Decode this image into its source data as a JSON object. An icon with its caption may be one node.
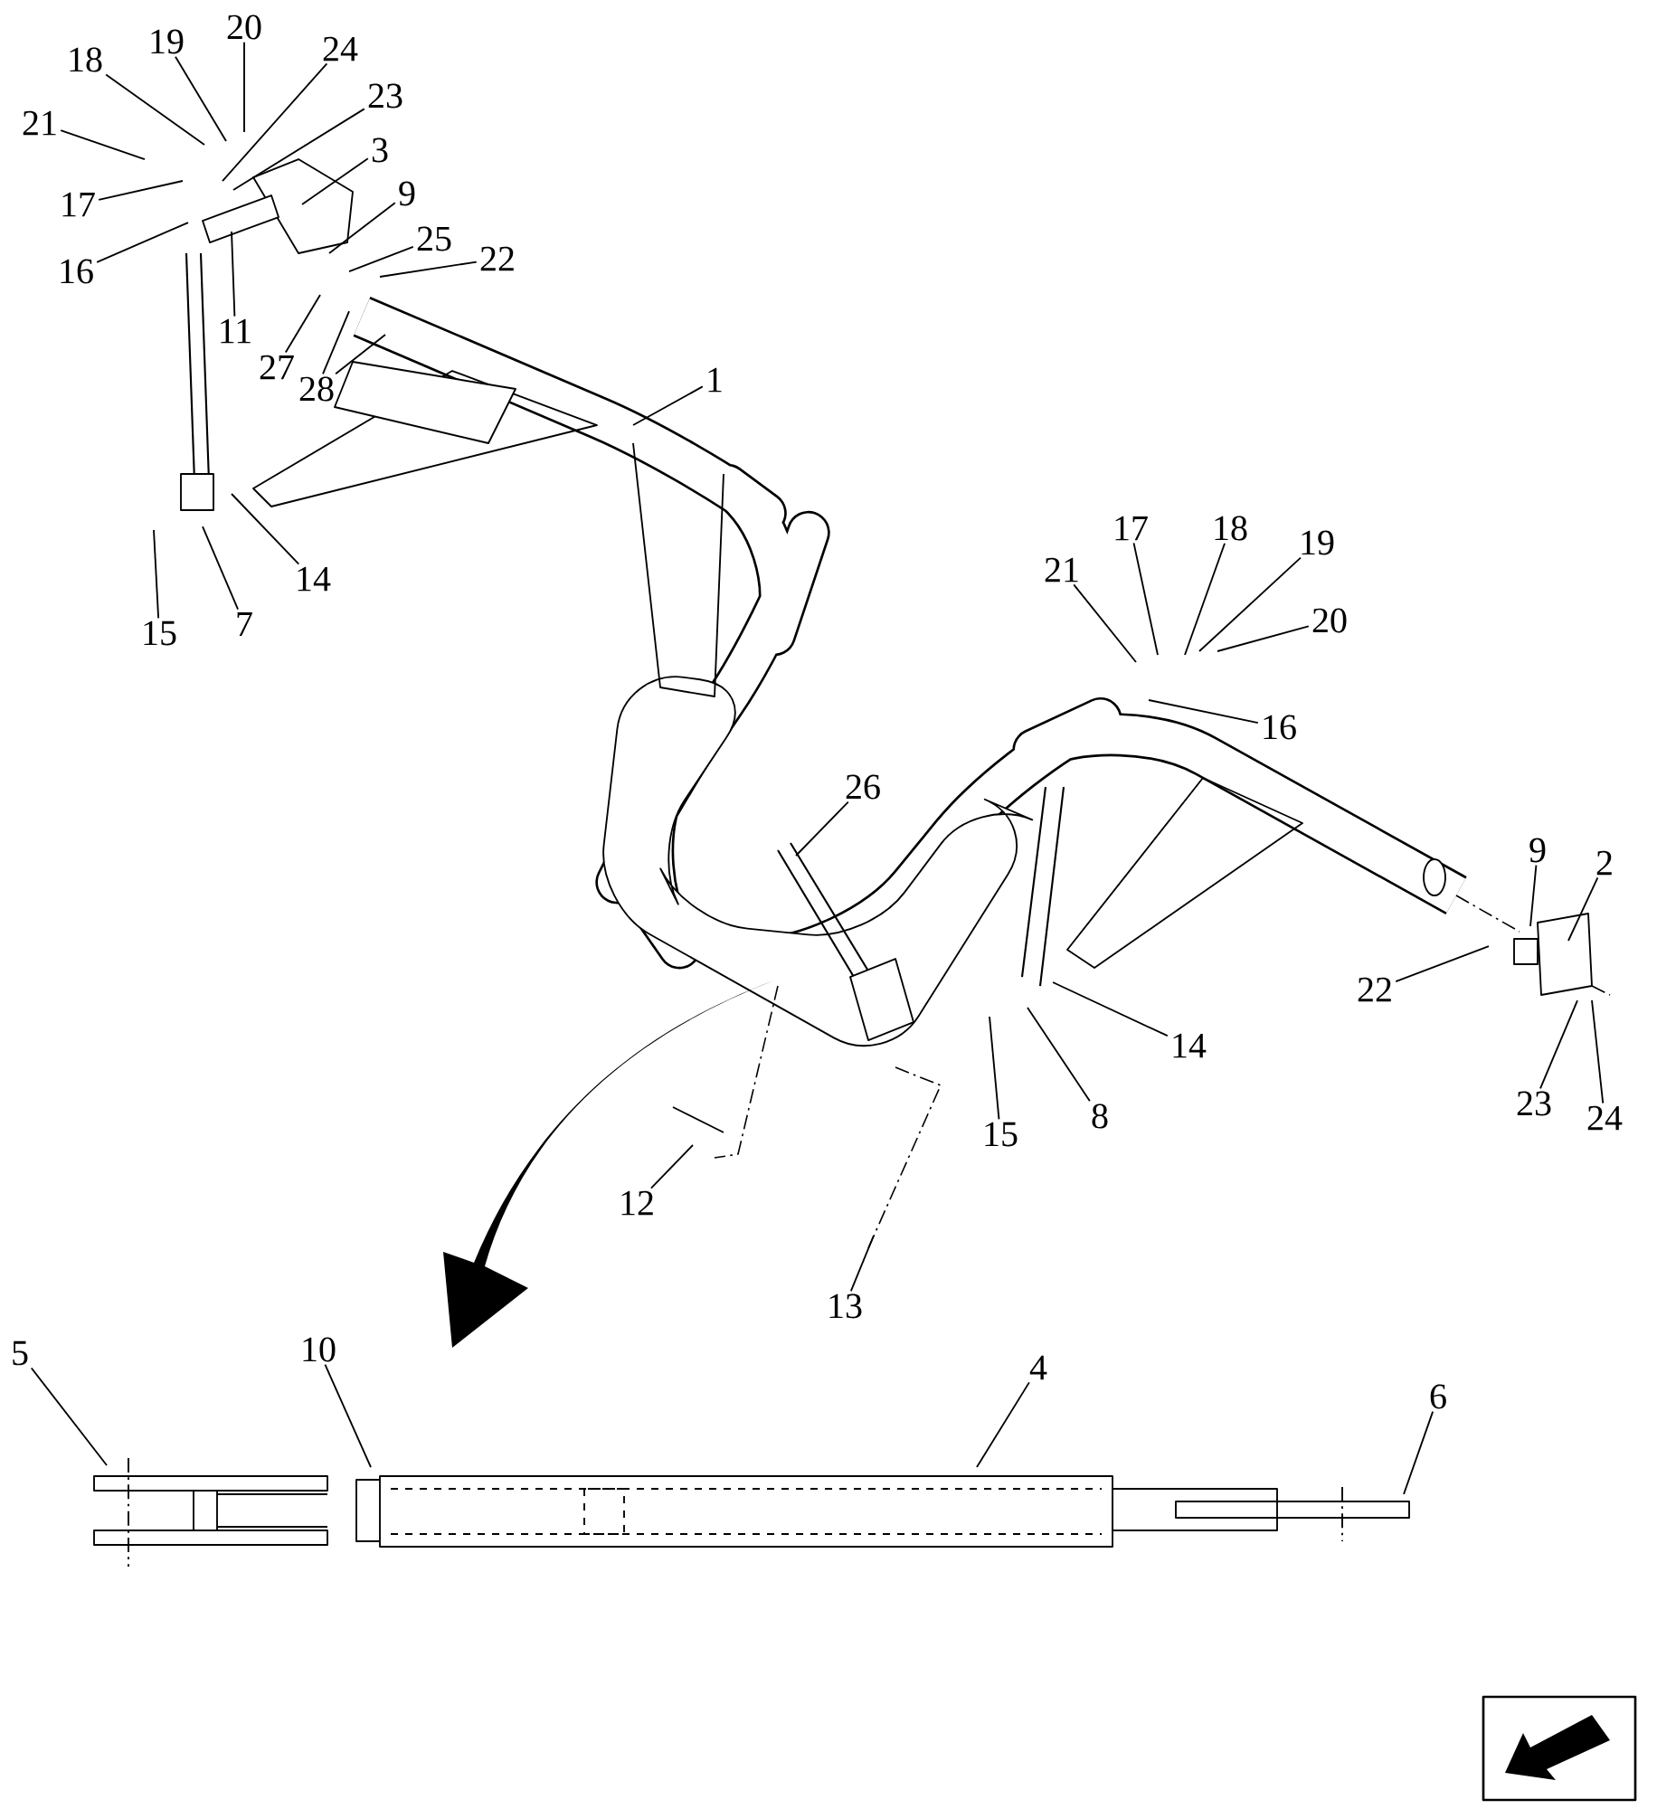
{
  "diagram": {
    "nodes": [
      {
        "text": [
          "20"
        ]
      },
      {
        "text": [
          "24"
        ]
      },
      {
        "text": [
          "19"
        ]
      },
      {
        "text": [
          "18"
        ]
      },
      {
        "text": [
          "23"
        ]
      },
      {
        "text": [
          "21"
        ]
      },
      {
        "text": [
          "3"
        ]
      },
      {
        "text": [
          "9"
        ]
      },
      {
        "text": [
          "17"
        ]
      },
      {
        "text": [
          "25"
        ]
      },
      {
        "text": [
          "22"
        ]
      },
      {
        "text": [
          "16"
        ]
      },
      {
        "text": [
          "11"
        ]
      },
      {
        "text": [
          "27"
        ]
      },
      {
        "text": [
          "28"
        ]
      },
      {
        "text": [
          "1"
        ]
      },
      {
        "text": [
          "17"
        ]
      },
      {
        "text": [
          "18"
        ]
      },
      {
        "text": [
          "19"
        ]
      },
      {
        "text": [
          "14"
        ]
      },
      {
        "text": [
          "21"
        ]
      },
      {
        "text": [
          "20"
        ]
      },
      {
        "text": [
          "15"
        ]
      },
      {
        "text": [
          "7"
        ]
      },
      {
        "text": [
          "16"
        ]
      },
      {
        "text": [
          "26"
        ]
      },
      {
        "text": [
          "2"
        ]
      },
      {
        "text": [
          "9"
        ]
      },
      {
        "text": [
          "22"
        ]
      },
      {
        "text": [
          "14"
        ]
      },
      {
        "text": [
          "12"
        ]
      },
      {
        "text": [
          "23"
        ]
      },
      {
        "text": [
          "24"
        ]
      },
      {
        "text": [
          "8"
        ]
      },
      {
        "text": [
          "15"
        ]
      },
      {
        "text": [
          "13"
        ]
      },
      {
        "text": [
          "5"
        ]
      },
      {
        "text": [
          "10"
        ]
      },
      {
        "text": [
          "4"
        ]
      },
      {
        "text": [
          "6"
        ]
      }
    ],
    "edges": [
      {
        "from": 0,
        "to": null,
        "arrow": "none"
      },
      {
        "from": 1,
        "to": null,
        "arrow": "none"
      },
      {
        "from": 2,
        "to": null,
        "arrow": "none"
      },
      {
        "from": 3,
        "to": null,
        "arrow": "none"
      },
      {
        "from": 4,
        "to": null,
        "arrow": "none"
      },
      {
        "from": 5,
        "to": null,
        "arrow": "none"
      },
      {
        "from": 6,
        "to": null,
        "arrow": "none"
      },
      {
        "from": 7,
        "to": null,
        "arrow": "none"
      },
      {
        "from": 8,
        "to": null,
        "arrow": "none"
      },
      {
        "from": 9,
        "to": null,
        "arrow": "none"
      },
      {
        "from": 10,
        "to": null,
        "arrow": "none"
      },
      {
        "from": 11,
        "to": null,
        "arrow": "none"
      },
      {
        "from": 12,
        "to": null,
        "arrow": "none"
      },
      {
        "from": 13,
        "to": null,
        "arrow": "none"
      },
      {
        "from": 14,
        "to": null,
        "arrow": "none"
      },
      {
        "from": 14,
        "to": null,
        "arrow": "none"
      },
      {
        "from": 15,
        "to": null,
        "arrow": "none"
      },
      {
        "from": 16,
        "to": null,
        "arrow": "none"
      },
      {
        "from": 17,
        "to": null,
        "arrow": "none"
      },
      {
        "from": 18,
        "to": null,
        "arrow": "none"
      },
      {
        "from": 19,
        "to": null,
        "arrow": "none"
      },
      {
        "from": 20,
        "to": null,
        "arrow": "none"
      },
      {
        "from": 21,
        "to": null,
        "arrow": "none"
      },
      {
        "from": 22,
        "to": null,
        "arrow": "none"
      },
      {
        "from": 23,
        "to": null,
        "arrow": "none"
      },
      {
        "from": 24,
        "to": null,
        "arrow": "none"
      },
      {
        "from": 25,
        "to": null,
        "arrow": "none"
      },
      {
        "from": 26,
        "to": null,
        "arrow": "none"
      },
      {
        "from": 27,
        "to": null,
        "arrow": "none"
      },
      {
        "from": 28,
        "to": null,
        "arrow": "none"
      },
      {
        "from": 29,
        "to": null,
        "arrow": "none"
      },
      {
        "from": 30,
        "to": null,
        "arrow": "none"
      },
      {
        "from": 31,
        "to": null,
        "arrow": "none"
      },
      {
        "from": 32,
        "to": null,
        "arrow": "none"
      },
      {
        "from": 33,
        "to": null,
        "arrow": "none"
      },
      {
        "from": 34,
        "to": null,
        "arrow": "none"
      },
      {
        "from": 35,
        "to": null,
        "arrow": "none"
      },
      {
        "from": 36,
        "to": null,
        "arrow": "none"
      },
      {
        "from": 37,
        "to": null,
        "arrow": "none"
      },
      {
        "from": 38,
        "to": null,
        "arrow": "none"
      },
      {
        "from": 39,
        "to": null,
        "arrow": "none"
      }
    ]
  }
}
